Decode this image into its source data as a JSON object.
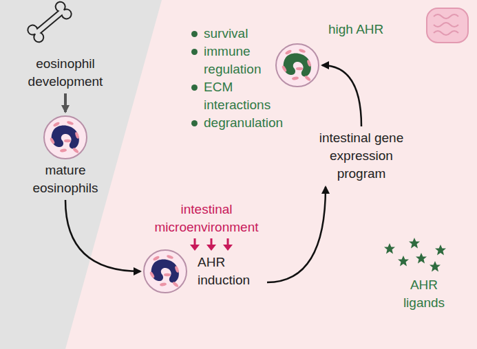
{
  "diagram": {
    "nodes": [
      {
        "text": [
          "eosinophil development"
        ]
      },
      {
        "text": [
          "mature eosinophils"
        ]
      },
      {
        "text": [
          "AHR induction"
        ]
      },
      {
        "text": [
          "intestinal gene expression program"
        ]
      },
      {
        "text": [
          "high AHR"
        ]
      }
    ],
    "edges": [
      {
        "from": 0,
        "to": 1,
        "arrow": "to"
      },
      {
        "from": 1,
        "to": 2,
        "arrow": "to"
      },
      {
        "from": 2,
        "to": 3,
        "arrow": "to"
      },
      {
        "from": 3,
        "to": 4,
        "arrow": "to"
      }
    ],
    "labels": [
      "intestinal microenvironment",
      "survival",
      "immune regulation",
      "ECM interactions",
      "degranulation",
      "AHR ligands"
    ]
  }
}
